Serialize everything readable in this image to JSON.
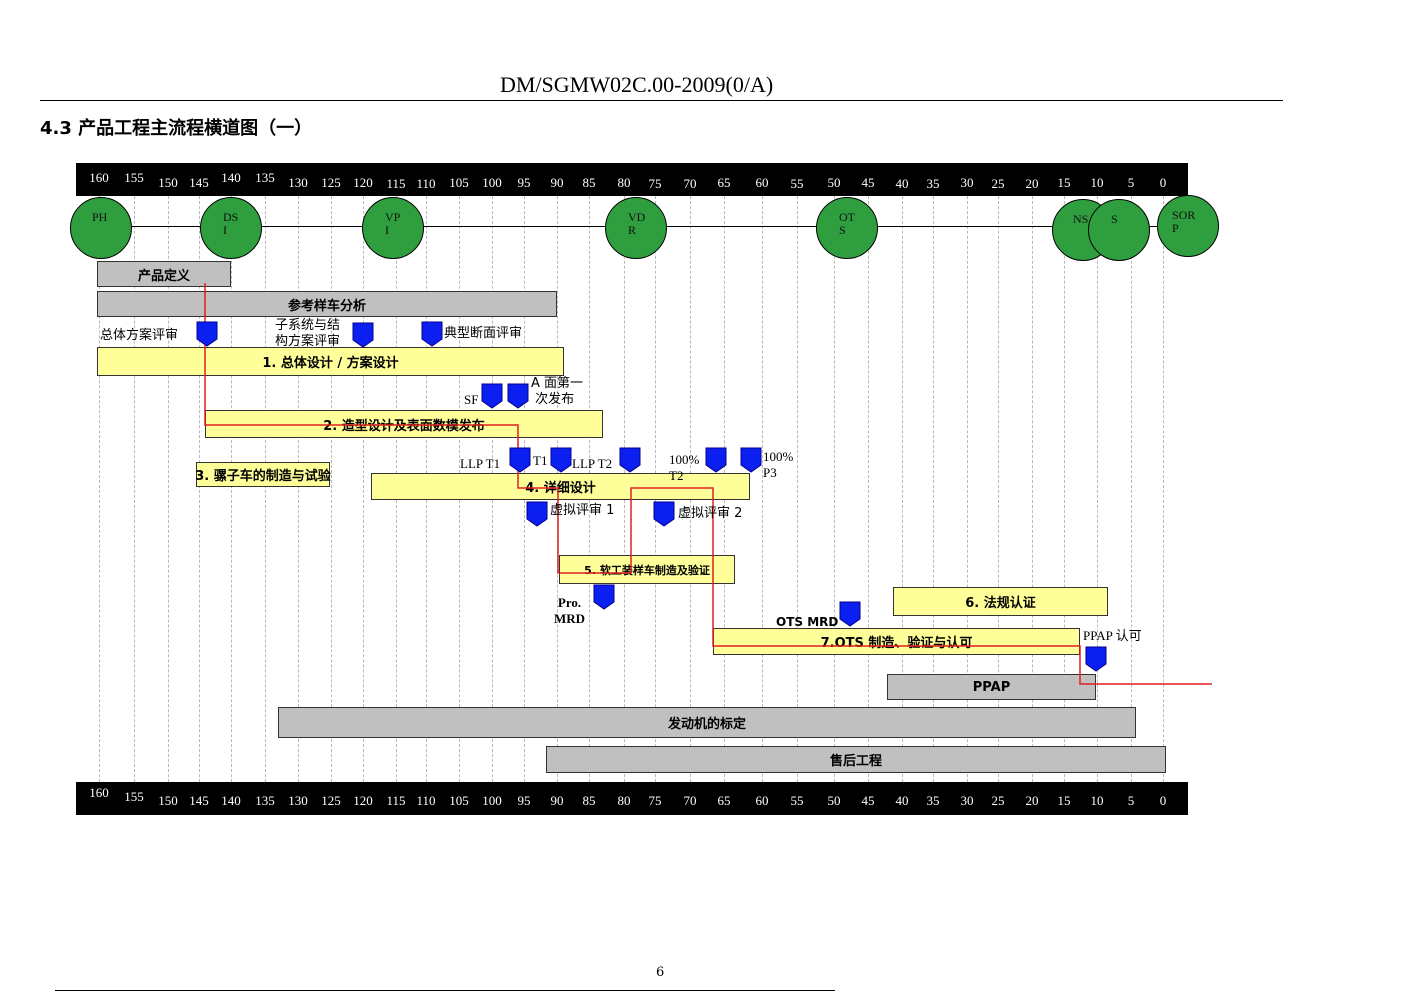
{
  "header": {
    "doc_id": "DM/SGMW02C.00-2009(0/A)"
  },
  "section_title": "4.3  产品工程主流程横道图（一）",
  "page_number": "6",
  "colors": {
    "milestone_green": "#2e9e3e",
    "marker_blue": "#0b20f0",
    "path_red": "#e02020",
    "bar_gray": "#c0c0c0",
    "bar_yellow": "#ffff99"
  },
  "axis_ticks": [
    "160",
    "155",
    "150",
    "145",
    "140",
    "135",
    "130",
    "125",
    "120",
    "115",
    "110",
    "105",
    "100",
    "95",
    "90",
    "85",
    "80",
    "75",
    "70",
    "65",
    "60",
    "55",
    "50",
    "45",
    "40",
    "35",
    "30",
    "25",
    "20",
    "15",
    "10",
    "5",
    "0"
  ],
  "milestones": [
    {
      "id": "phi",
      "line1": "PH",
      "line2": ""
    },
    {
      "id": "dsi",
      "line1": "DS",
      "line2": "I"
    },
    {
      "id": "vpi",
      "line1": "VP",
      "line2": "I"
    },
    {
      "id": "vdr",
      "line1": "VD",
      "line2": "R"
    },
    {
      "id": "ots",
      "line1": "OT",
      "line2": "S"
    },
    {
      "id": "ns",
      "line1": "NS",
      "line2": ""
    },
    {
      "id": "s",
      "line1": "S",
      "line2": ""
    },
    {
      "id": "sorp",
      "line1": "SOR",
      "line2": "P"
    }
  ],
  "bars": {
    "product_definition": "产品定义",
    "reference_analysis": "参考样车分析",
    "overall_design": "1. 总体设计 / 方案设计",
    "styling_design": "2. 造型设计及表面数模发布",
    "mule_car": "3. 骡子车的制造与试验",
    "detail_design": "4. 详细设计",
    "soft_tool": "5. 软工装样车制造及验证",
    "regulation": "6. 法规认证",
    "ots_build": "7.OTS 制造、验证与认可",
    "ppap": "PPAP",
    "engine_calibration": "发动机的标定",
    "aftersales": "售后工程"
  },
  "labels": {
    "overall_review": "总体方案评审",
    "subsystem_review": "子系统与结\n构方案评审",
    "section_review": "典型断面评审",
    "sf": "SF",
    "a_surface": "A 面第一\n 次发布",
    "llp_t1": "LLP T1",
    "t1": "T1",
    "llp_t2": "LLP T2",
    "t2_100": "100%\nT2",
    "p3_100": "100%\nP3",
    "virtual_review_1": "虚拟评审 1",
    "virtual_review_2": "虚拟评审 2",
    "pro_mrd": "Pro.\nMRD",
    "ots_mrd": "OTS MRD",
    "ppap_approval": "PPAP 认可"
  }
}
